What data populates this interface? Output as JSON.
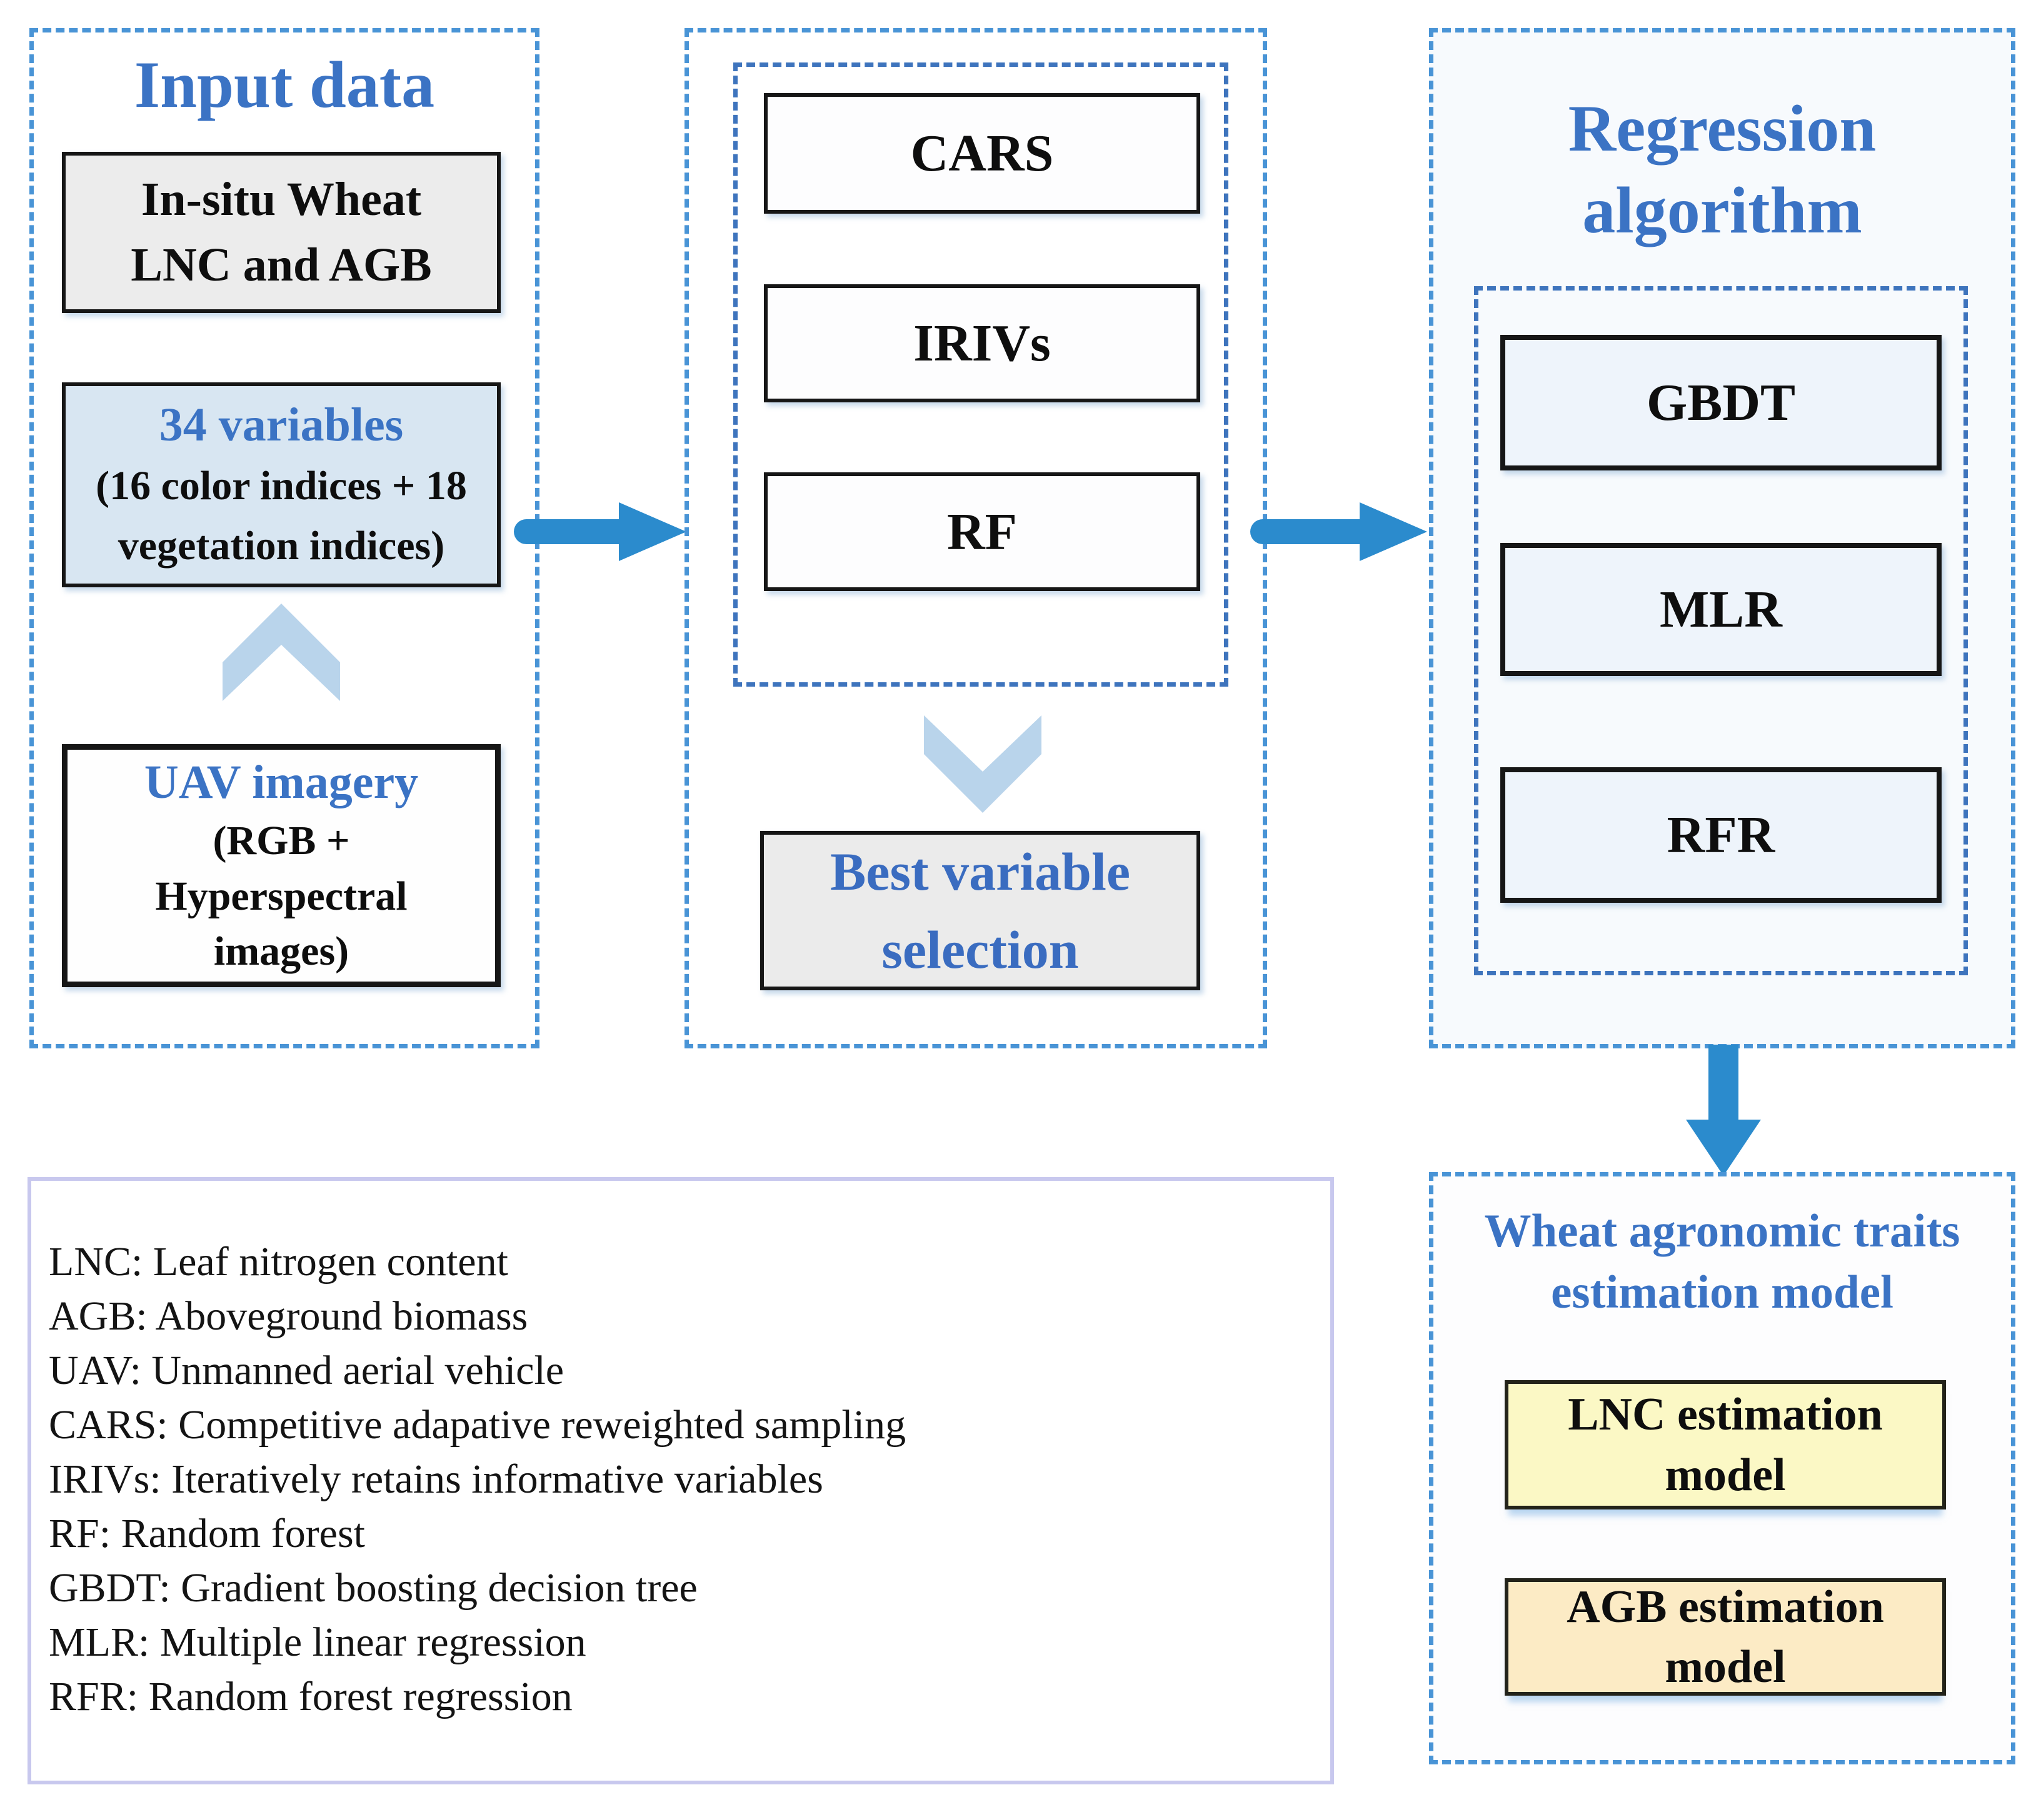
{
  "input_panel": {
    "title": "Input data",
    "insitu_box": {
      "line1": "In-situ Wheat",
      "line2": "LNC and AGB"
    },
    "variables_box": {
      "title": "34 variables",
      "line1": "(16 color indices + 18",
      "line2": "vegetation indices)"
    },
    "uav_box": {
      "title": "UAV imagery",
      "line1": "(RGB +",
      "line2": "Hyperspectral",
      "line3": "images)"
    }
  },
  "selection_panel": {
    "methods": [
      "CARS",
      "IRIVs",
      "RF"
    ],
    "result_box": {
      "line1": "Best variable",
      "line2": "selection"
    }
  },
  "regression_panel": {
    "title_line1": "Regression",
    "title_line2": "algorithm",
    "methods": [
      "GBDT",
      "MLR",
      "RFR"
    ]
  },
  "output_panel": {
    "title_line1": "Wheat agronomic traits",
    "title_line2": "estimation model",
    "lnc_box": {
      "line1": "LNC estimation",
      "line2": "model"
    },
    "agb_box": {
      "line1": "AGB estimation",
      "line2": "model"
    }
  },
  "legend": {
    "items": [
      "LNC: Leaf nitrogen content",
      "AGB: Aboveground biomass",
      "UAV: Unmanned aerial vehicle",
      "CARS: Competitive adapative reweighted sampling",
      "IRIVs: Iteratively retains informative variables",
      "RF: Random forest",
      "GBDT: Gradient boosting decision tree",
      "MLR: Multiple linear regression",
      "RFR: Random forest regression"
    ]
  },
  "colors": {
    "accent_blue_text": "#3b73c4",
    "dash_border_outer": "#4994d6",
    "dash_border_inner": "#3e74bd",
    "solid_arrow": "#2b8bcd",
    "chevron": "#b9d4eb",
    "legend_border": "#c8c8ee",
    "insitu_bg": "#ececec",
    "variables_bg": "#d8e6f2",
    "best_bg": "#ebebeb",
    "regression_box_bg": "#eef4fb",
    "lnc_bg": "#fbf8c5",
    "agb_bg": "#fcebc5"
  }
}
